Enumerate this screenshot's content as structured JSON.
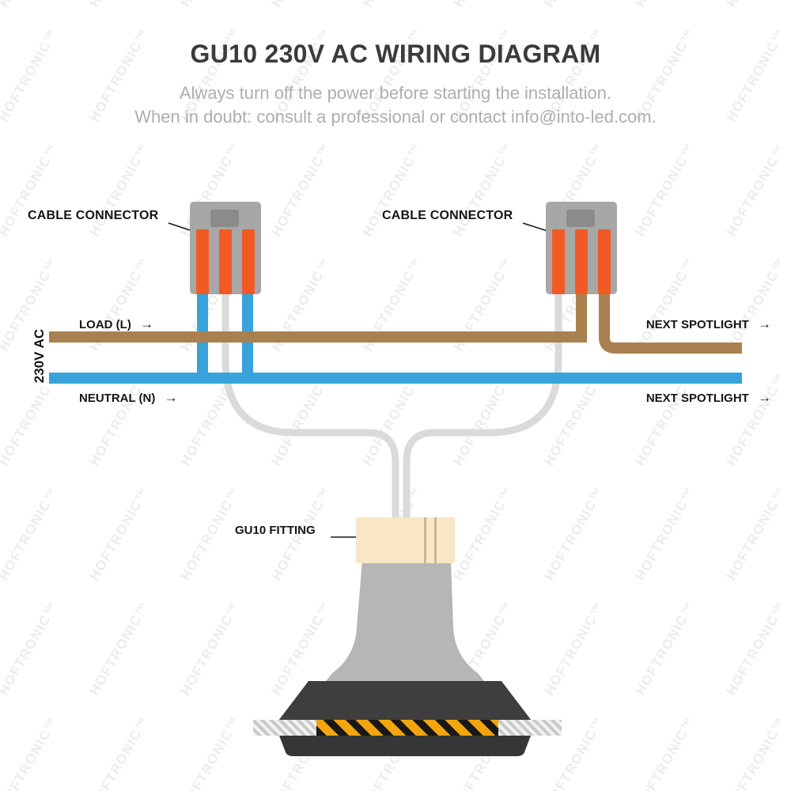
{
  "page": {
    "title": "GU10 230V AC WIRING DIAGRAM",
    "subtitle_line1": "Always turn off the power before starting the installation.",
    "subtitle_line2": "When in doubt: consult a professional or contact info@into-led.com.",
    "watermark": "HOFTRONIC™"
  },
  "labels": {
    "cable_connector": "CABLE CONNECTOR",
    "load": "LOAD (L)",
    "neutral": "NEUTRAL (N)",
    "voltage": "230V AC",
    "next_spotlight": "NEXT SPOTLIGHT",
    "gu10_fitting": "GU10 FITTING",
    "arrow": "→"
  },
  "colors": {
    "title_dark": "#3b3b3b",
    "subtitle_gray": "#aeaeae",
    "watermark_gray": "#ececec",
    "wire_brown": "#a9804f",
    "wire_blue": "#38a3da",
    "wire_gray": "#dadada",
    "connector_body": "#a7a7a7",
    "connector_hole": "#8b8b8b",
    "connector_lever": "#f15a24",
    "fitting_cream": "#f9e6c4",
    "lamp_gray": "#b6b6b6",
    "housing_dark": "#3e3e3e",
    "hazard_yellow": "#f2a50c",
    "label_dark": "#151515"
  }
}
